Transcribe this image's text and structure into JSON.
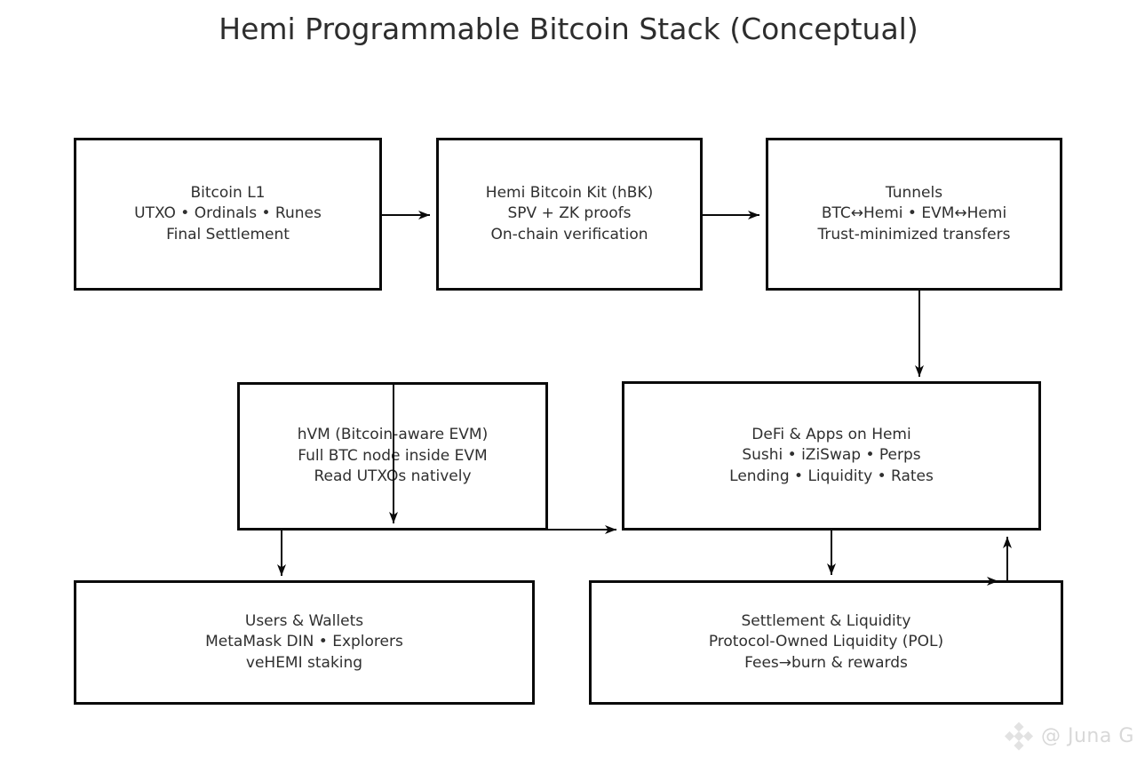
{
  "title": "Hemi Programmable Bitcoin Stack (Conceptual)",
  "boxes": [
    {
      "id": "bitcoin-l1",
      "lines": [
        "Bitcoin L1",
        "UTXO • Ordinals • Runes",
        "Final Settlement"
      ]
    },
    {
      "id": "hbk",
      "lines": [
        "Hemi Bitcoin Kit (hBK)",
        "SPV + ZK proofs",
        "On-chain verification"
      ]
    },
    {
      "id": "tunnels",
      "lines": [
        "Tunnels",
        "BTC↔Hemi • EVM↔Hemi",
        "Trust-minimized transfers"
      ]
    },
    {
      "id": "hvm",
      "lines": [
        "hVM (Bitcoin-aware EVM)",
        "Full BTC node inside EVM",
        "Read UTXOs natively"
      ]
    },
    {
      "id": "defi",
      "lines": [
        "DeFi & Apps on Hemi",
        "Sushi • iZiSwap • Perps",
        "Lending • Liquidity • Rates"
      ]
    },
    {
      "id": "users",
      "lines": [
        "Users & Wallets",
        "MetaMask DIN • Explorers",
        "veHEMI staking"
      ]
    },
    {
      "id": "settlement",
      "lines": [
        "Settlement & Liquidity",
        "Protocol-Owned Liquidity (POL)",
        "Fees→burn & rewards"
      ]
    }
  ],
  "edges": [
    {
      "from": "bitcoin-l1",
      "to": "hbk"
    },
    {
      "from": "hbk",
      "to": "tunnels"
    },
    {
      "from": "tunnels",
      "to": "defi"
    },
    {
      "from": "hvm (top edge)",
      "to": "hvm (bottom interior)",
      "note": "vertical arrow drawn through hVM box"
    },
    {
      "from": "hvm",
      "to": "users"
    },
    {
      "from": "hvm",
      "to": "defi"
    },
    {
      "from": "defi",
      "to": "settlement"
    },
    {
      "from": "settlement",
      "to": "defi"
    },
    {
      "from": "settlement (top edge)",
      "to": "settlement (top-right)",
      "note": "right arrowhead along top edge"
    }
  ],
  "watermark": {
    "icon": "binance-diamond-logo",
    "handle": "@ Juna G"
  },
  "colors": {
    "background": "#ffffff",
    "text": "#2f2f2f",
    "border": "#0a0a0a",
    "arrow": "#0a0a0a",
    "watermark": "#d8d8d8"
  }
}
